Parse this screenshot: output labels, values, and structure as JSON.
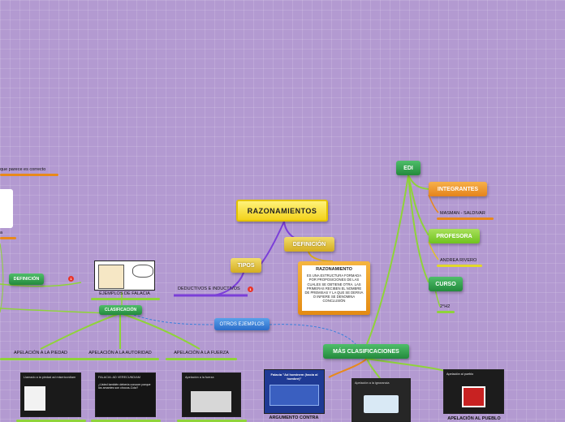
{
  "title": "RAZONAMIENTOS",
  "nodes": {
    "definicion": "DEFINICIÓN",
    "tipos": "TIPOS",
    "deductivos": "DEDUCTIVOS E INDUCTIVOS",
    "edi": "EDI",
    "integrantes": "INTEGRANTES",
    "integrante_1": "MASMAN - SALDIVAR",
    "profesora": "PROFESORA",
    "profesora_nombre": "ANDREA RIVERO",
    "curso": "CURSO",
    "curso_valor": "2°H2",
    "otros_ejemplos": "OTROS EJEMPLOS",
    "mas_clasificaciones": "MÁS CLASIFICACIONES",
    "definicion_left": "DEFINICIÓN",
    "ejemplos_falacia": "EJEMPLOS DE FALACIA",
    "clasificacion": "CLASIFICACIÓN",
    "apelacion_piedad": "APELACIÓN A LA PIEDAD",
    "apelacion_autoridad": "APELACIÓN A LA AUTORIDAD",
    "apelacion_fuerza": "APELACIÓN A LA FUERZA",
    "argumento_contra": "ARGUMENTO CONTRA",
    "apelacion_pueblo": "APELACIÓN AL PUEBLO",
    "left_partial": "que parece es correcto",
    "left_partial_2": "a"
  },
  "definition_box": {
    "heading": "RAZONAMIENTO",
    "text": "ES UNA ESTRUCTURA FORMADA POR PROPOSICIONES DE LAS CUALES SE OBTIENE OTRA. LAS PRIMERAS RECIBEN EL NOMBRE DE PREMISAS Y LA QUE SE DERIVA O INFIERE SE DENOMINA CONCLUSIÓN"
  },
  "thumbnails": {
    "piedad": "Llamado a la piedad ad misericordiam",
    "autoridad": "FALACIA: AD VERECUNDIAM",
    "autoridad_text": "¿Usted también debería conocer porque los amantes son chocos-Cola?",
    "fuerza": "Apelación a la fuerza",
    "ignorancia": "Apelación a la ignorancia",
    "hominem": "Falacia \"Ad hominem (hacia al hombre)\"",
    "pueblo": "Apelación al pueblo"
  },
  "badges": {
    "tipos": "1",
    "definicion_left": "1"
  },
  "colors": {
    "background": "#b39ad1",
    "gold": "#e2c02a",
    "orange": "#e8891b",
    "lime": "#8fd33a",
    "green": "#2d9a48",
    "blue": "#3a80dc",
    "purple": "#7a3fd6"
  }
}
